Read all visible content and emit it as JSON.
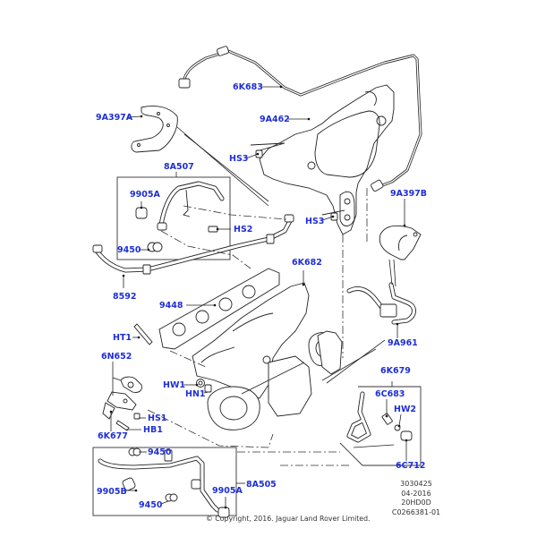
{
  "diagram": {
    "title": "Turbocharger exploded parts diagram",
    "label_color": "#1f2fd6",
    "callouts": [
      {
        "id": "6K683",
        "part": "pipe"
      },
      {
        "id": "9A397A",
        "part": "heat shield"
      },
      {
        "id": "9A462",
        "part": "heat shield"
      },
      {
        "id": "HS3_upper",
        "text": "HS3"
      },
      {
        "id": "8A507",
        "part": "hose kit"
      },
      {
        "id": "9905A_upper",
        "text": "9905A"
      },
      {
        "id": "HS2",
        "text": "HS2"
      },
      {
        "id": "9450_upper",
        "text": "9450"
      },
      {
        "id": "HS3_lower",
        "text": "HS3"
      },
      {
        "id": "9A397B",
        "part": "heat shield"
      },
      {
        "id": "8592",
        "part": "pipe"
      },
      {
        "id": "6K682",
        "part": "turbocharger"
      },
      {
        "id": "9448",
        "part": "gasket"
      },
      {
        "id": "9A961",
        "part": "valve"
      },
      {
        "id": "HT1",
        "text": "HT1"
      },
      {
        "id": "6N652",
        "part": "gasket"
      },
      {
        "id": "6K679",
        "part": "pipe kit"
      },
      {
        "id": "HW1",
        "text": "HW1"
      },
      {
        "id": "HN1",
        "text": "HN1"
      },
      {
        "id": "6C683",
        "text": "6C683"
      },
      {
        "id": "HW2",
        "text": "HW2"
      },
      {
        "id": "HS1",
        "text": "HS1"
      },
      {
        "id": "HB1",
        "text": "HB1"
      },
      {
        "id": "6K677",
        "text": "6K677"
      },
      {
        "id": "9450_lower_a",
        "text": "9450"
      },
      {
        "id": "6C712",
        "text": "6C712"
      },
      {
        "id": "9905B",
        "text": "9905B"
      },
      {
        "id": "9905A_lower",
        "text": "9905A"
      },
      {
        "id": "8A505",
        "part": "hose kit"
      },
      {
        "id": "9450_lower_b",
        "text": "9450"
      }
    ],
    "labels": {
      "l_6K683": "6K683",
      "l_9A397A": "9A397A",
      "l_9A462": "9A462",
      "l_HS3a": "HS3",
      "l_8A507": "8A507",
      "l_9905Aa": "9905A",
      "l_HS2": "HS2",
      "l_9450a": "9450",
      "l_HS3b": "HS3",
      "l_9A397B": "9A397B",
      "l_8592": "8592",
      "l_6K682": "6K682",
      "l_9448": "9448",
      "l_9A961": "9A961",
      "l_HT1": "HT1",
      "l_6N652": "6N652",
      "l_6K679": "6K679",
      "l_HW1": "HW1",
      "l_HN1": "HN1",
      "l_6C683": "6C683",
      "l_HW2": "HW2",
      "l_HS1": "HS1",
      "l_HB1": "HB1",
      "l_6K677": "6K677",
      "l_9450b": "9450",
      "l_6C712": "6C712",
      "l_9905B": "9905B",
      "l_9905Ab": "9905A",
      "l_8A505": "8A505",
      "l_9450c": "9450"
    },
    "meta": {
      "ref_number": "3030425",
      "date": "04-2016",
      "code": "20HD0D",
      "illustration_id": "C0266381-01"
    },
    "copyright": "© Copyright, 2016. Jaguar Land Rover Limited."
  }
}
